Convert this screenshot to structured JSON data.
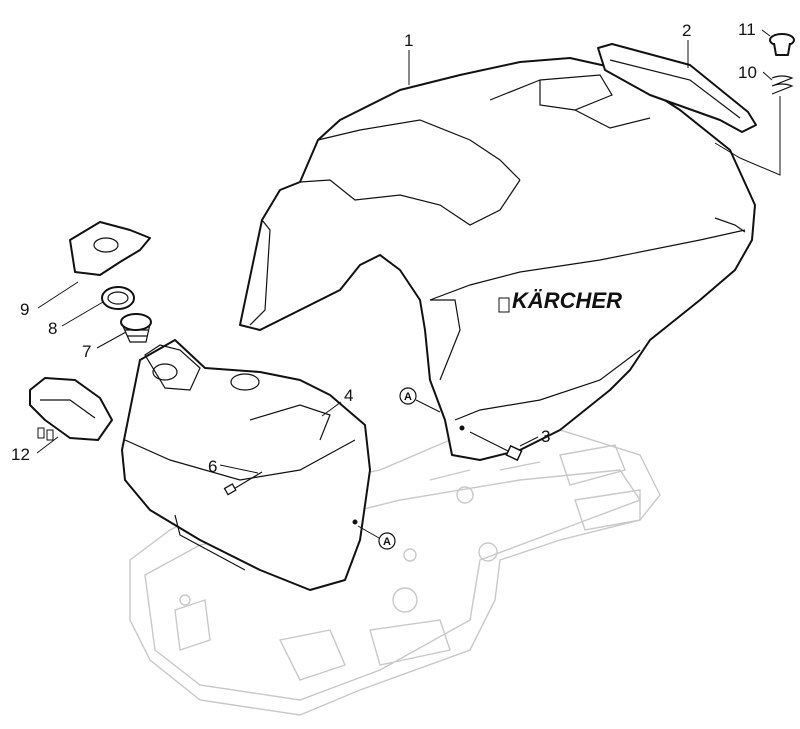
{
  "brand_label": "KÄRCHER",
  "reference_marker": "A",
  "callouts": [
    {
      "id": "1",
      "label": "1"
    },
    {
      "id": "2",
      "label": "2"
    },
    {
      "id": "3",
      "label": "3"
    },
    {
      "id": "4",
      "label": "4"
    },
    {
      "id": "6",
      "label": "6"
    },
    {
      "id": "7",
      "label": "7"
    },
    {
      "id": "8",
      "label": "8"
    },
    {
      "id": "9",
      "label": "9"
    },
    {
      "id": "10",
      "label": "10"
    },
    {
      "id": "11",
      "label": "11"
    },
    {
      "id": "12",
      "label": "12"
    }
  ],
  "colors": {
    "line": "#111111",
    "ghost": "#c8c8c8",
    "background": "#ffffff"
  }
}
